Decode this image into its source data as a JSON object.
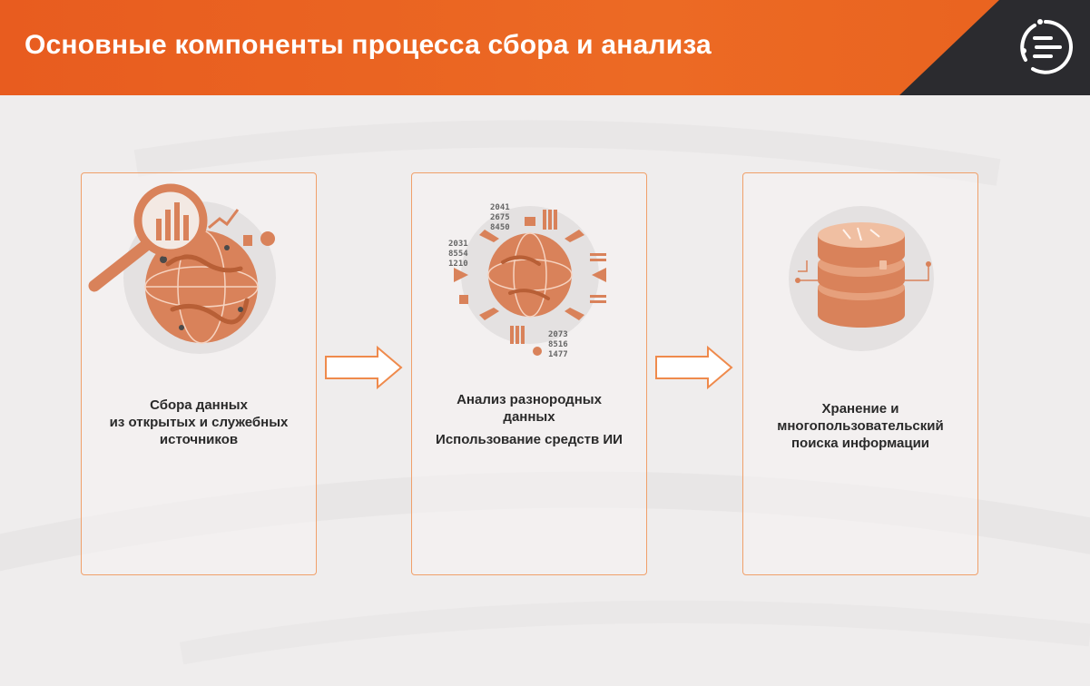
{
  "slide": {
    "title": "Основные компоненты процесса сбора и анализа"
  },
  "colors": {
    "accent": "#ec6a24",
    "dark": "#2b2b2f",
    "card_border": "#f0a06a",
    "illustration": "#d9825a"
  },
  "cards": [
    {
      "icon": "globe-magnifier-icon",
      "lines": [
        "Сбора данных",
        "из открытых и служебных",
        "источников"
      ]
    },
    {
      "icon": "data-analysis-globe-icon",
      "lines": [
        "Анализ разнородных",
        "данных"
      ],
      "extra": "Использование средств ИИ",
      "numbers": [
        [
          "2041",
          "2675",
          "8450"
        ],
        [
          "2031",
          "8554",
          "1210"
        ],
        [
          "2073",
          "8516",
          "1477"
        ]
      ]
    },
    {
      "icon": "database-stack-icon",
      "lines": [
        "Хранение и",
        "многопользовательский",
        "поиска информации"
      ]
    }
  ]
}
